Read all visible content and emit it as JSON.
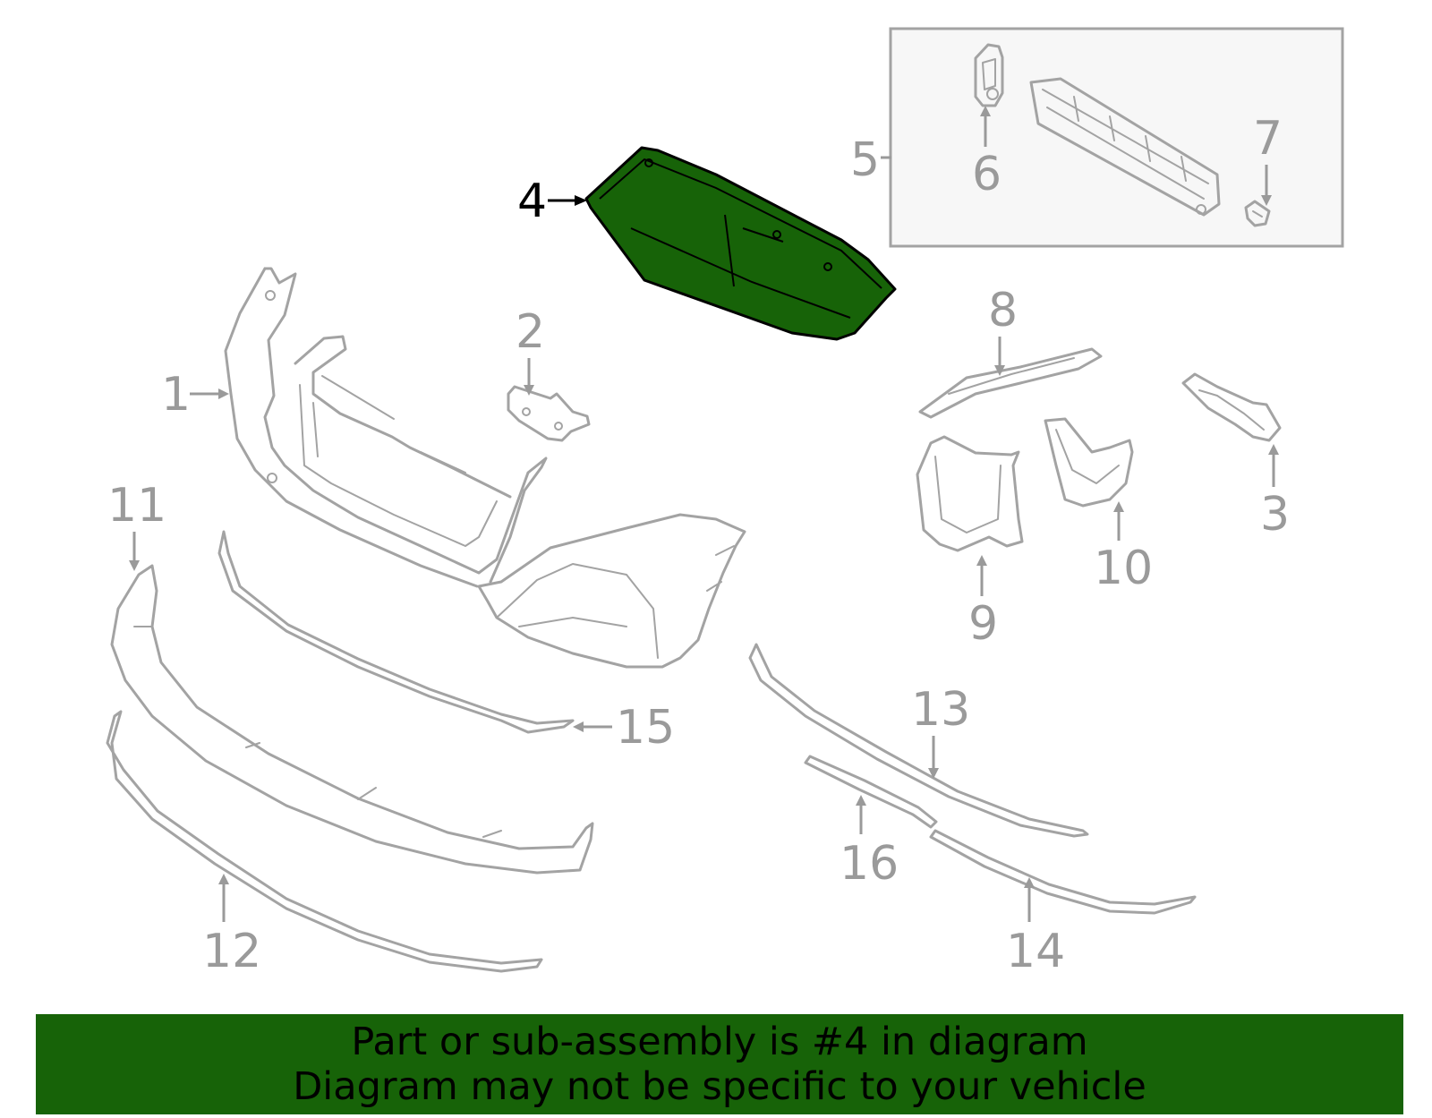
{
  "diagram": {
    "highlight_color": "#176308",
    "highlighted_part": "4",
    "callouts": [
      "1",
      "2",
      "3",
      "4",
      "5",
      "6",
      "7",
      "8",
      "9",
      "10",
      "11",
      "12",
      "13",
      "14",
      "15",
      "16"
    ]
  },
  "banner": {
    "line1": "Part or sub-assembly is #4 in diagram",
    "line2": "Diagram may not be specific to your vehicle",
    "background": "#176308"
  }
}
